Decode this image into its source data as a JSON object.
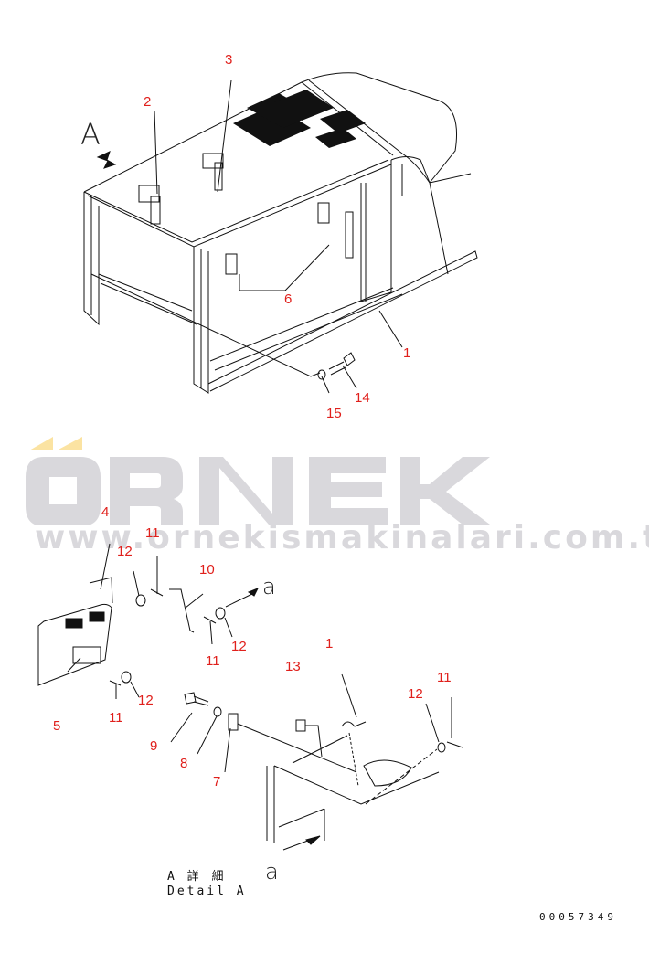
{
  "diagram": {
    "type": "exploded-parts-diagram",
    "subject": "Cab / cover assembly with Detail A",
    "view_marker": "A",
    "detail_marker": "a",
    "callouts_main": [
      {
        "id": "c2",
        "label": "2"
      },
      {
        "id": "c3",
        "label": "3"
      },
      {
        "id": "c6",
        "label": "6"
      },
      {
        "id": "c1",
        "label": "1"
      },
      {
        "id": "c14",
        "label": "14"
      },
      {
        "id": "c15",
        "label": "15"
      }
    ],
    "callouts_detail": [
      {
        "id": "d4",
        "label": "4"
      },
      {
        "id": "d11a",
        "label": "11"
      },
      {
        "id": "d12a",
        "label": "12"
      },
      {
        "id": "d10",
        "label": "10"
      },
      {
        "id": "d12b",
        "label": "12"
      },
      {
        "id": "d11b",
        "label": "11"
      },
      {
        "id": "d12c",
        "label": "12"
      },
      {
        "id": "d11c",
        "label": "11"
      },
      {
        "id": "d5",
        "label": "5"
      },
      {
        "id": "d13",
        "label": "13"
      },
      {
        "id": "d1",
        "label": "1"
      },
      {
        "id": "d12d",
        "label": "12"
      },
      {
        "id": "d11d",
        "label": "11"
      },
      {
        "id": "d9",
        "label": "9"
      },
      {
        "id": "d8",
        "label": "8"
      },
      {
        "id": "d7",
        "label": "7"
      }
    ],
    "detail_caption": {
      "line1": "A 詳 細",
      "line2": "Detail A"
    },
    "document_number": "00057349"
  },
  "watermark": {
    "brand": "ÖRNEK",
    "url": "www.ornekismakinalari.com.tr",
    "accent_color": "#fbe3a2",
    "text_color": "#d9d8dc"
  },
  "colors": {
    "callout": "#e0201c",
    "line": "#111111",
    "background": "#ffffff"
  }
}
